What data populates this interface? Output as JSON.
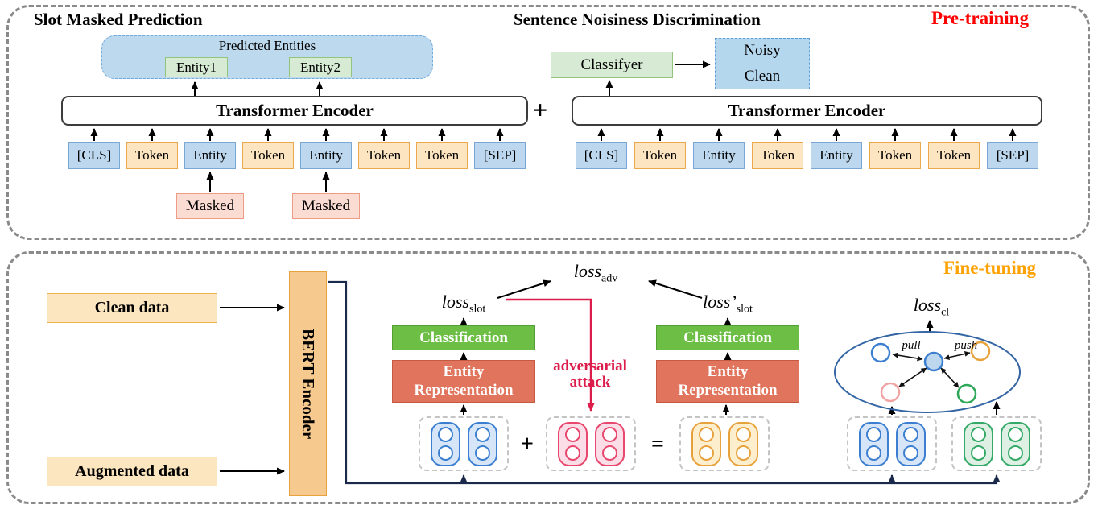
{
  "figure": {
    "pretraining_label": "Pre-training",
    "finetuning_label": "Fine-tuning"
  },
  "pretrain": {
    "left": {
      "title": "Slot Masked Prediction",
      "predicted_entities_label": "Predicted Entities",
      "entity1": "Entity1",
      "entity2": "Entity2",
      "encoder": "Transformer Encoder",
      "masked1": "Masked",
      "masked2": "Masked",
      "tokens": [
        {
          "label": "[CLS]",
          "type": "special"
        },
        {
          "label": "Token",
          "type": "word"
        },
        {
          "label": "Entity",
          "type": "entity"
        },
        {
          "label": "Token",
          "type": "word"
        },
        {
          "label": "Entity",
          "type": "entity"
        },
        {
          "label": "Token",
          "type": "word"
        },
        {
          "label": "Token",
          "type": "word"
        },
        {
          "label": "[SEP]",
          "type": "special"
        }
      ]
    },
    "plus": "+",
    "right": {
      "title": "Sentence Noisiness Discrimination",
      "classifier": "Classifyer",
      "noisy": "Noisy",
      "clean": "Clean",
      "encoder": "Transformer Encoder",
      "tokens": [
        {
          "label": "[CLS]",
          "type": "special"
        },
        {
          "label": "Token",
          "type": "word"
        },
        {
          "label": "Entity",
          "type": "entity"
        },
        {
          "label": "Token",
          "type": "word"
        },
        {
          "label": "Entity",
          "type": "entity"
        },
        {
          "label": "Token",
          "type": "word"
        },
        {
          "label": "Token",
          "type": "word"
        },
        {
          "label": "[SEP]",
          "type": "special"
        }
      ]
    }
  },
  "finetune": {
    "clean_data": "Clean data",
    "augmented_data": "Augmented data",
    "bert_encoder": "BERT Encoder",
    "loss_adv": {
      "base": "loss",
      "sub": "adv"
    },
    "loss_slot": {
      "base": "loss",
      "sub": "slot"
    },
    "loss_slot_prime": {
      "base": "loss’",
      "sub": "slot"
    },
    "loss_cl": {
      "base": "loss",
      "sub": "cl"
    },
    "branch1": {
      "classification": "Classification",
      "entity_representation": "Entity Representation"
    },
    "branch2": {
      "classification": "Classification",
      "entity_representation": "Entity Representation"
    },
    "adversarial_attack": {
      "line1": "adversarial",
      "line2": "attack"
    },
    "plus": "+",
    "equals": "=",
    "contrastive": {
      "pull": "pull",
      "push": "push"
    }
  },
  "colors": {
    "pretraining_label": "#FF0000",
    "finetuning_label": "#FFA200",
    "entity_token_fill": "#BDD8EE",
    "word_token_fill": "#FDE5C2",
    "masked_fill": "#FBDCD2",
    "classifier_fill": "#D7EBD4",
    "classification_fill": "#6DBE45",
    "entity_representation_fill": "#E0745C",
    "adversarial_red": "#DC1C4B",
    "data_box_fill": "#FCE6BF",
    "bert_fill": "#F6C98E"
  }
}
